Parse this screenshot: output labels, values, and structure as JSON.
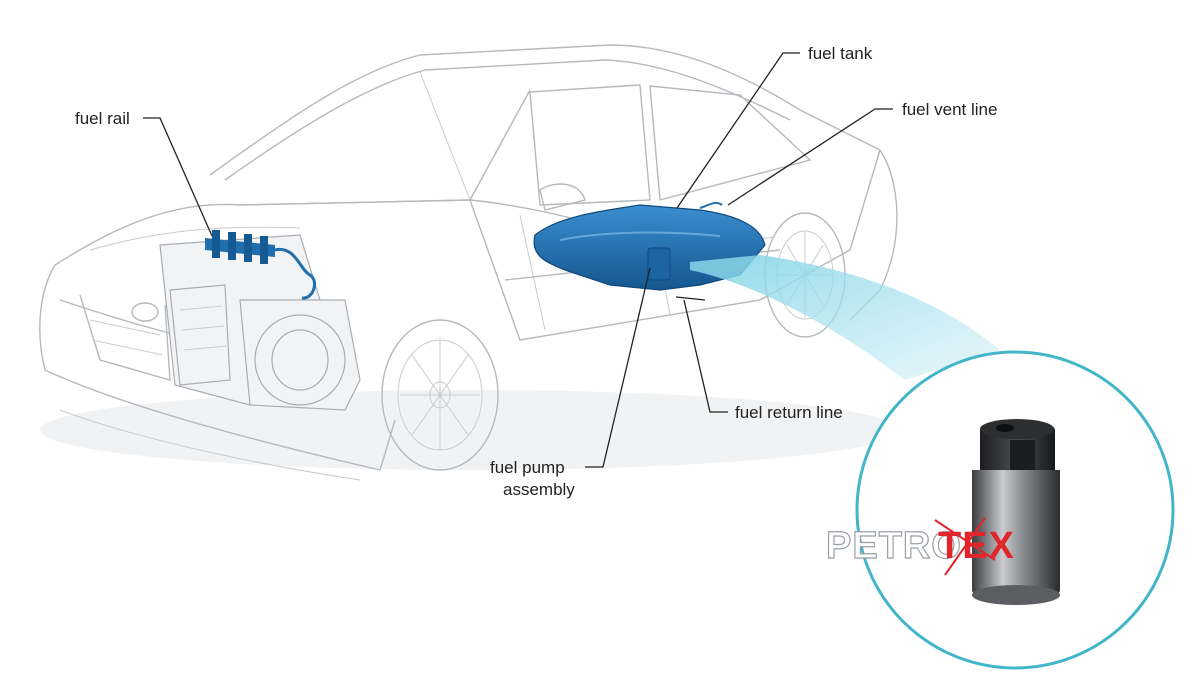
{
  "labels": {
    "fuel_rail": "fuel rail",
    "fuel_tank": "fuel tank",
    "fuel_vent_line": "fuel vent line",
    "fuel_return_line": "fuel return line",
    "fuel_pump_assembly_line1": "fuel pump",
    "fuel_pump_assembly_line2": "assembly"
  },
  "logo": {
    "text_part1": "PETRO",
    "text_part2": "TEX"
  },
  "colors": {
    "highlight_blue": "#1f6fae",
    "highlight_blue_light": "#3b8fd0",
    "callout_circle": "#43b5c9",
    "logo_red": "#e0262b"
  }
}
